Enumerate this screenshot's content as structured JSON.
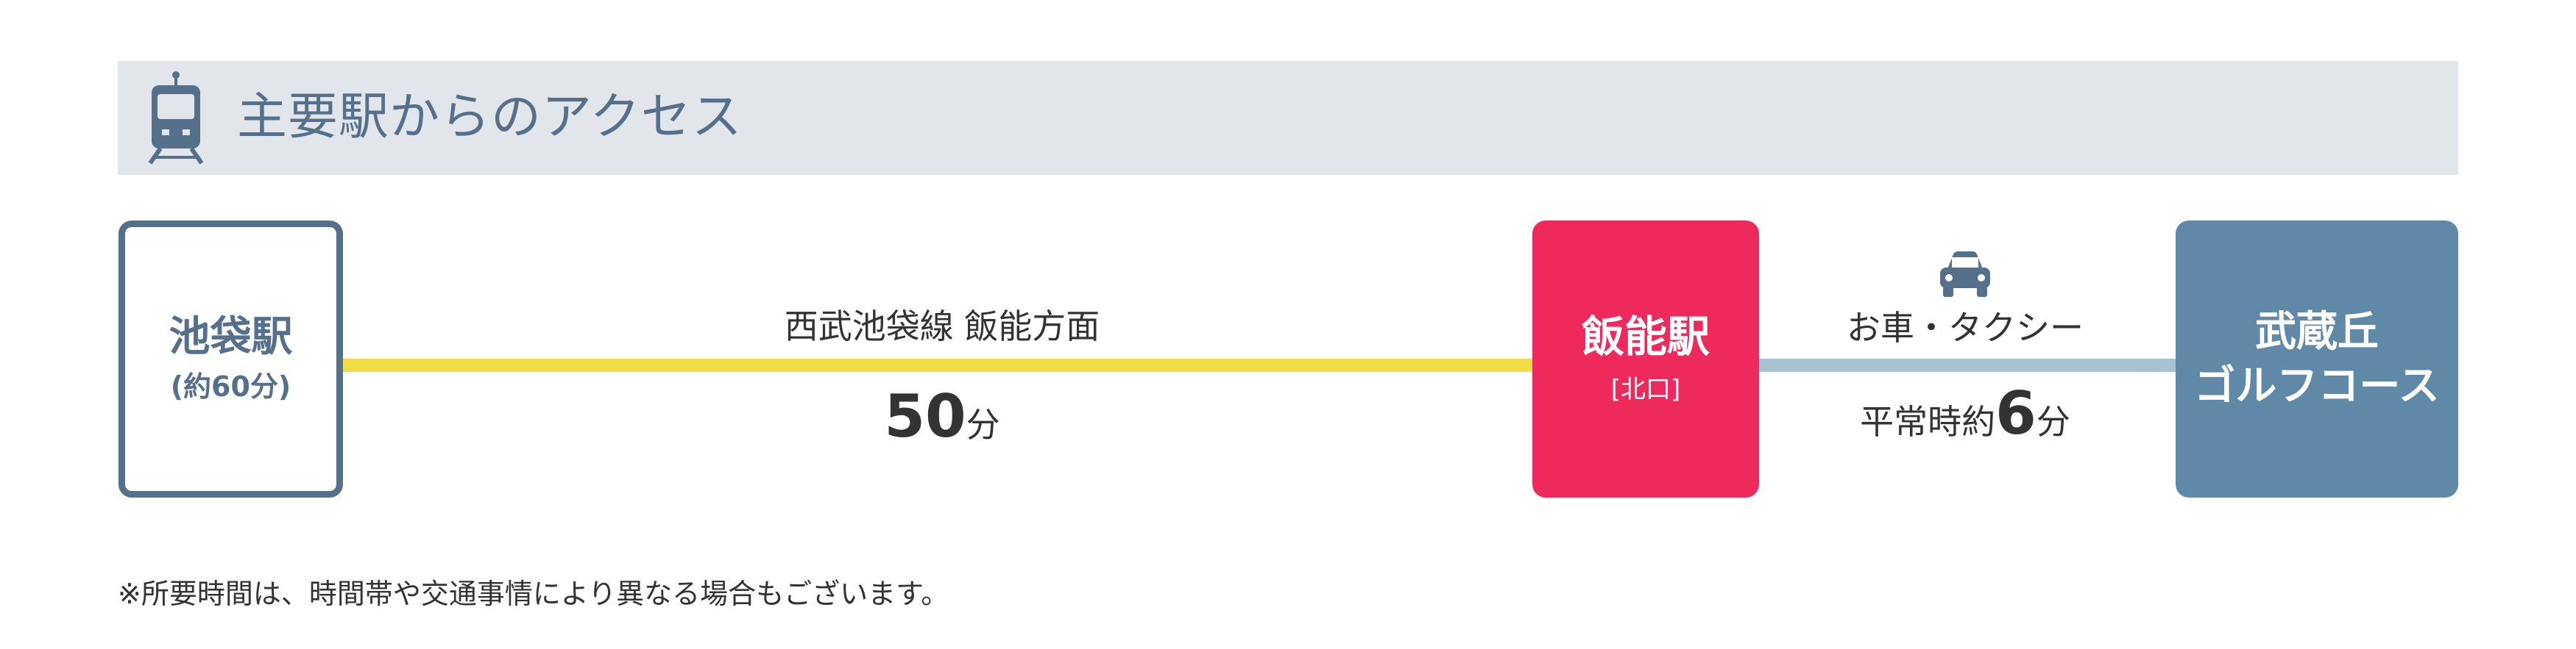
{
  "header": {
    "title": "主要駅からのアクセス",
    "icon": "train-icon",
    "background_color": "#e2e6eb",
    "accent_color": "#54708a"
  },
  "origin": {
    "name": "池袋駅",
    "time": "(約60分)"
  },
  "route": {
    "line_label": "西武池袋線 飯能方面",
    "time_value": "50",
    "time_unit": "分",
    "line_color": "#f2dc46"
  },
  "hanno": {
    "name": "飯能駅",
    "exit": "[北口]",
    "color": "#ee2a5c"
  },
  "car": {
    "icon": "car-icon",
    "label": "お車・タクシー",
    "time_prefix": "平常時約",
    "time_value": "6",
    "time_unit": "分",
    "line_color": "#a7c2d0"
  },
  "destination": {
    "name_line1": "武蔵丘",
    "name_line2": "ゴルフコース",
    "color": "#6089a8"
  },
  "footnote": "※所要時間は、時間帯や交通事情により異なる場合もございます。"
}
